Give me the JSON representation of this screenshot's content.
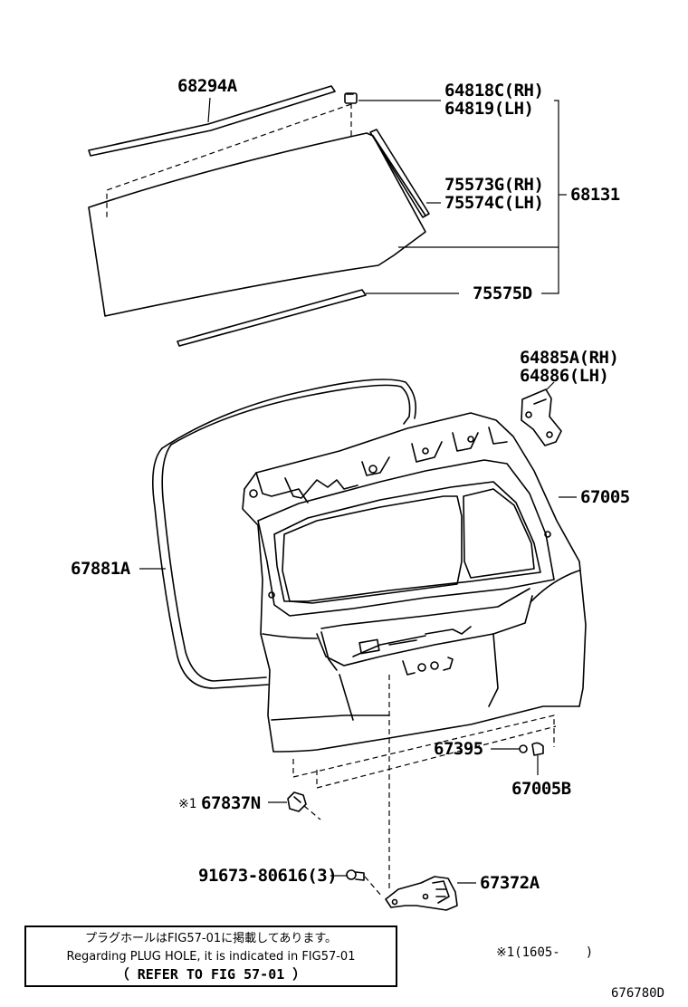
{
  "parts": {
    "p68294A": "68294A",
    "p64818C": "64818C(RH)",
    "p64819": "64819(LH)",
    "p75573G": "75573G(RH)",
    "p75574C": "75574C(LH)",
    "p68131": "68131",
    "p75575D": "75575D",
    "p64885A": "64885A(RH)",
    "p64886": "64886(LH)",
    "p67005": "67005",
    "p67881A": "67881A",
    "p67395": "67395",
    "p67005B": "67005B",
    "p67837N_mark": "※1",
    "p67837N": "67837N",
    "p91673": "91673-80616(3)",
    "p67372A": "67372A"
  },
  "note": {
    "line1": "プラグホールはFIG57-01に掲載してあります。",
    "line2": "Regarding PLUG HOLE, it is indicated in FIG57-01",
    "line3": "（ REFER TO FIG 57-01 ）"
  },
  "footnote": "※1(1605-　　)",
  "figure_id": "676780D",
  "colors": {
    "line": "#000000",
    "background": "#ffffff"
  }
}
